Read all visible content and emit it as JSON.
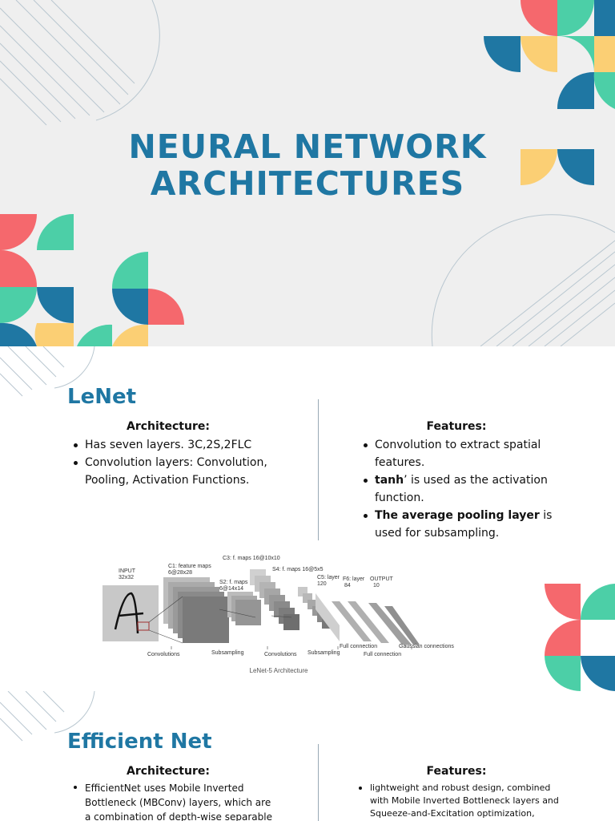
{
  "slides": {
    "title_slide": {
      "title_line1": "NEURAL NETWORK",
      "title_line2": "ARCHITECTURES"
    },
    "lenet": {
      "heading": "LeNet",
      "architecture": {
        "title": "Architecture:",
        "items": [
          "Has seven layers. 3C,2S,2FLC",
          "Convolution layers: Convolution, Pooling, Activation Functions."
        ]
      },
      "features": {
        "title": "Features:",
        "item1": "Convolution to extract spatial features.",
        "item2_bold": "tanh",
        "item2_rest": "’ is used as the activation function.",
        "item3_bold": "The average pooling layer",
        "item3_rest": " is used for subsampling."
      },
      "figure": {
        "caption": "LeNet-5 Architecture",
        "labels": {
          "input": "INPUT",
          "input_size": "32x32",
          "c1": "C1: feature maps",
          "c1_size": "6@28x28",
          "s2": "S2: f. maps",
          "s2_size": "6@14x14",
          "c3": "C3: f. maps 16@10x10",
          "s4": "S4: f. maps 16@5x5",
          "c5": "C5: layer",
          "c5_size": "120",
          "f6": "F6: layer",
          "f6_size": "84",
          "output": "OUTPUT",
          "output_size": "10",
          "convolutions1": "Convolutions",
          "subsampling1": "Subsampling",
          "convolutions2": "Convolutions",
          "subsampling2": "Subsampling",
          "full1": "Full connection",
          "full2": "Full connection",
          "gaussian": "Gaussian connections"
        }
      }
    },
    "efficientnet": {
      "heading": "Efficient Net",
      "architecture": {
        "title": "Architecture:",
        "items": [
          "EfficientNet uses Mobile Inverted Bottleneck (MBConv) layers, which are a combination of depth-wise separable"
        ]
      },
      "features": {
        "title": "Features:",
        "items": [
          "lightweight and robust design, combined with Mobile Inverted Bottleneck layers and Squeeze-and-Excitation optimization,"
        ]
      }
    }
  },
  "colors": {
    "teal_blue": "#1f77a3",
    "mint": "#4ccfa7",
    "coral": "#f5686d",
    "yellow": "#fbcf74",
    "slide_bg": "#efefef"
  }
}
